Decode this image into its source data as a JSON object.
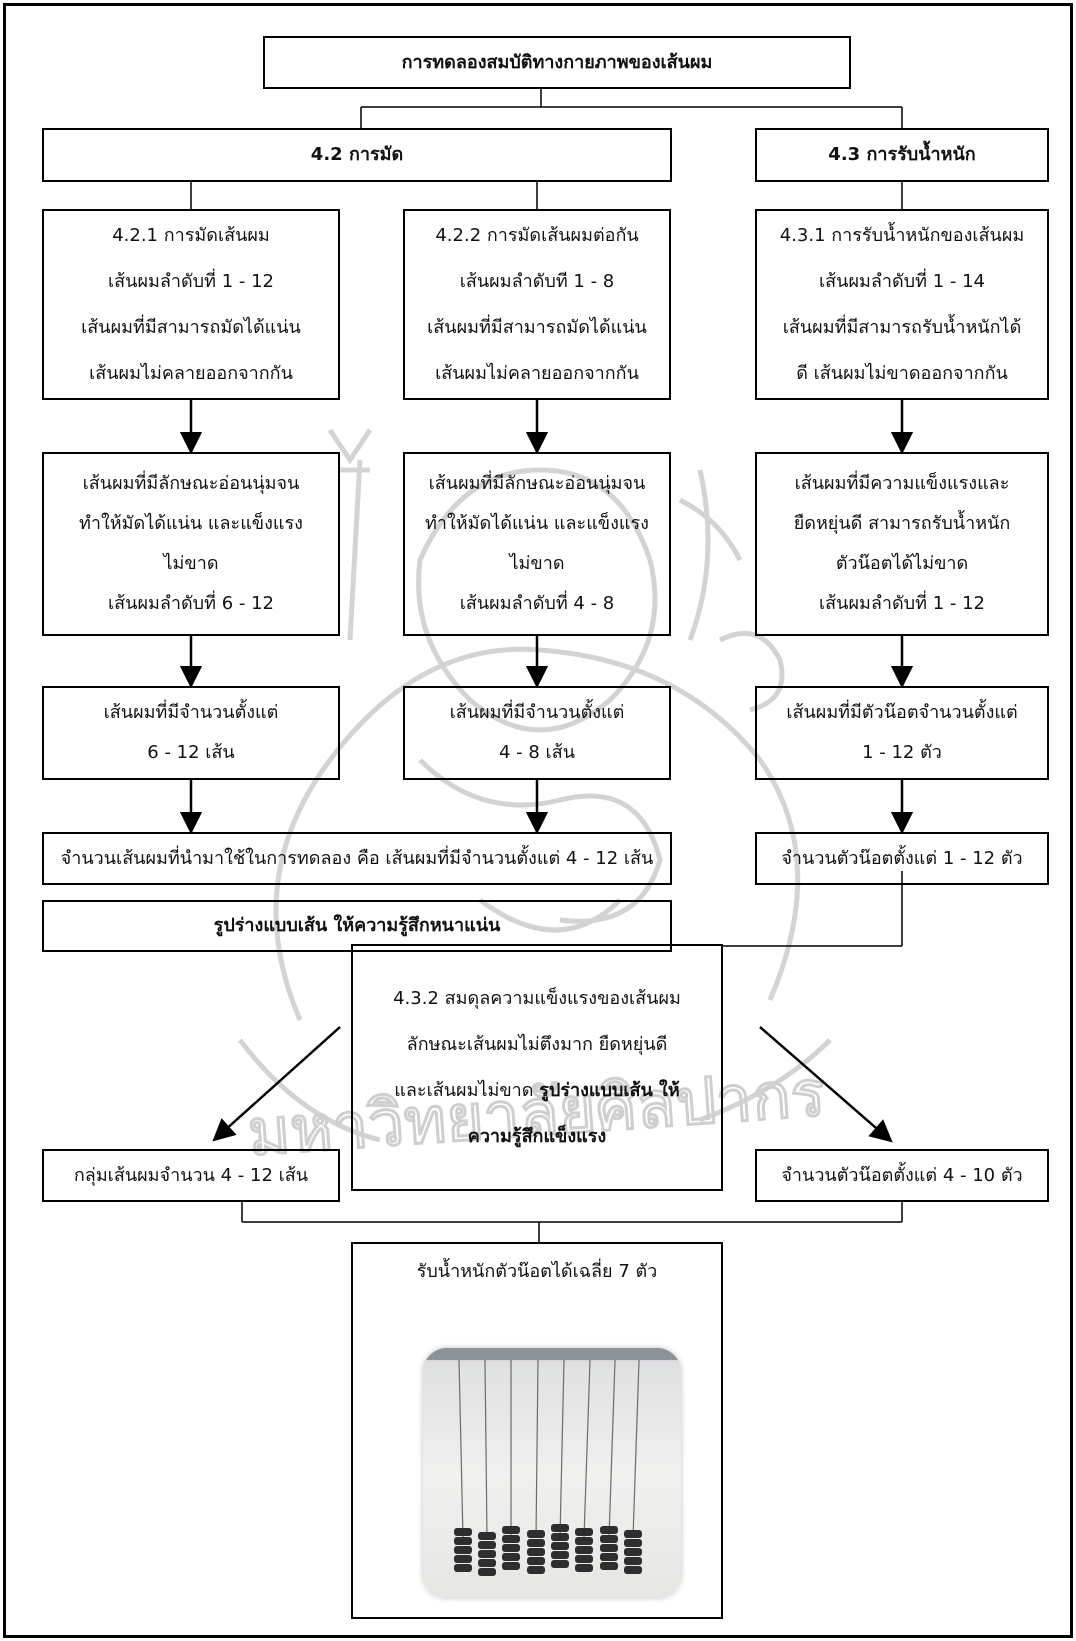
{
  "diagram": {
    "title": "การทดลองสมบัติทางกายภาพของเส้นผม",
    "branch_42": {
      "heading": "4.2 การมัด",
      "col_a": {
        "step1": [
          "4.2.1 การมัดเส้นผม",
          "เส้นผมลำดับที่ 1 - 12",
          "เส้นผมที่มีสามารถมัดได้แน่น",
          "เส้นผมไม่คลายออกจากกัน"
        ],
        "step2": [
          "เส้นผมที่มีลักษณะอ่อนนุ่มจน",
          "ทำให้มัดได้แน่น และแข็งแรง",
          "ไม่ขาด",
          "เส้นผมลำดับที่ 6 - 12"
        ],
        "step3": [
          "เส้นผมที่มีจำนวนตั้งแต่",
          "6 - 12 เส้น"
        ]
      },
      "col_b": {
        "step1": [
          "4.2.2 การมัดเส้นผมต่อกัน",
          "เส้นผมลำดับที 1 - 8",
          "เส้นผมที่มีสามารถมัดได้แน่น",
          "เส้นผมไม่คลายออกจากกัน"
        ],
        "step2": [
          "เส้นผมที่มีลักษณะอ่อนนุ่มจน",
          "ทำให้มัดได้แน่น และแข็งแรง",
          "ไม่ขาด",
          "เส้นผมลำดับที่ 4 - 8"
        ],
        "step3": [
          "เส้นผมที่มีจำนวนตั้งแต่",
          "4 - 8 เส้น"
        ]
      },
      "summary": "จำนวนเส้นผมที่นำมาใช้ในการทดลอง คือ เส้นผมที่มีจำนวนตั้งแต่ 4 - 12 เส้น",
      "shape": "รูปร่างแบบเส้น ให้ความรู้สึกหนาแน่น"
    },
    "branch_43": {
      "heading": "4.3 การรับน้ำหนัก",
      "step1": [
        "4.3.1 การรับน้ำหนักของเส้นผม",
        "เส้นผมลำดับที่ 1 - 14",
        "เส้นผมที่มีสามารถรับน้ำหนักได้",
        "ดี เส้นผมไม่ขาดออกจากกัน"
      ],
      "step2": [
        "เส้นผมที่มีความแข็งแรงและ",
        "ยืดหยุ่นดี สามารถรับน้ำหนัก",
        "ตัวน๊อตได้ไม่ขาด",
        "เส้นผมลำดับที่ 1 - 12"
      ],
      "step3": [
        "เส้นผมที่มีตัวน๊อตจำนวนตั้งแต่",
        "1 - 12 ตัว"
      ],
      "summary": "จำนวนตัวน๊อตตั้งแต่ 1 - 12 ตัว"
    },
    "balance": {
      "line1": "4.3.2 สมดุลความแข็งแรงของเส้นผม",
      "line2": "ลักษณะเส้นผมไม่ตึงมาก ยืดหยุ่นดี",
      "line3_plain": "และเส้นผมไม่ขาด ",
      "line3_bold": "รูปร่างแบบเส้น ให้",
      "line4_bold": "ความรู้สึกแข็งแรง"
    },
    "result_left": "กลุ่มเส้นผมจำนวน 4 - 12 เส้น",
    "result_right": "จำนวนตัวน๊อตตั้งแต่ 4 - 10 ตัว",
    "final_caption": "รับน้ำหนักตัวน๊อตได้เฉลี่ย 7 ตัว",
    "watermark_text": "มหาวิทยาลัยศิลปากร"
  }
}
